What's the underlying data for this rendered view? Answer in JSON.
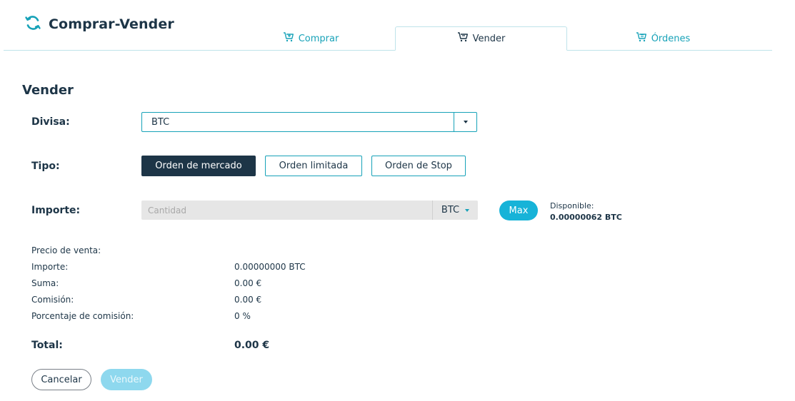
{
  "header": {
    "title": "Comprar-Vender",
    "icon": "sync-icon",
    "accent_color": "#17a2b8"
  },
  "tabs": [
    {
      "label": "Comprar",
      "icon": "cart-icon",
      "active": false
    },
    {
      "label": "Vender",
      "icon": "cart-icon",
      "active": true
    },
    {
      "label": "Órdenes",
      "icon": "cart-icon",
      "active": false
    }
  ],
  "section": {
    "title": "Vender"
  },
  "form": {
    "divisa_label": "Divisa:",
    "divisa_value": "BTC",
    "tipo_label": "Tipo:",
    "tipo_options": [
      {
        "label": "Orden de mercado",
        "active": true
      },
      {
        "label": "Orden limitada",
        "active": false
      },
      {
        "label": "Orden de Stop",
        "active": false
      }
    ],
    "importe_label": "Importe:",
    "importe_placeholder": "Cantidad",
    "importe_unit": "BTC",
    "max_label": "Max",
    "available_label": "Disponible:",
    "available_amount": "0.00000062 BTC"
  },
  "summary": {
    "rows": [
      {
        "label": "Precio de venta:",
        "value": ""
      },
      {
        "label": "Importe:",
        "value": "0.00000000 BTC"
      },
      {
        "label": "Suma:",
        "value": "0.00 €"
      },
      {
        "label": "Comisión:",
        "value": "0.00 €"
      },
      {
        "label": "Porcentaje de comisión:",
        "value": "0 %"
      }
    ],
    "total_label": "Total:",
    "total_value": "0.00 €"
  },
  "actions": {
    "cancel_label": "Cancelar",
    "submit_label": "Vender"
  }
}
